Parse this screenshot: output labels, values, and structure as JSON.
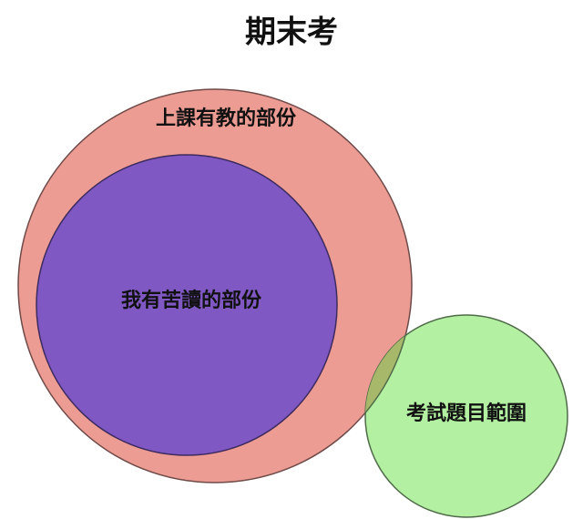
{
  "title": "期末考",
  "sets": [
    {
      "label": "上課有教的部份",
      "color": "#ec9c93"
    },
    {
      "label": "我有苦讀的部份",
      "color": "#7f58c4"
    },
    {
      "label": "考試題目範圍",
      "color": "#b3f0a2"
    }
  ],
  "overlap_color": "#a8b86a"
}
